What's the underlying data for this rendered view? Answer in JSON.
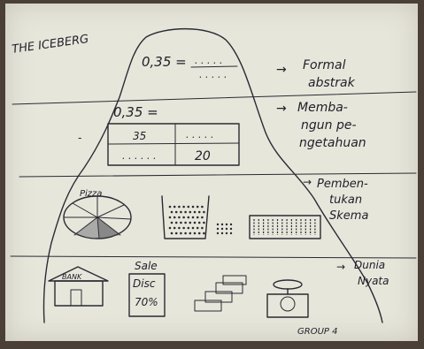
{
  "title": "THE ICEBERG",
  "top_math": "0,35 =",
  "top_dots": ". . . . .",
  "levels": [
    {
      "label_line1": "Formal",
      "label_line2": "abstrak",
      "label_line3": ""
    },
    {
      "label_line1": "Memba-",
      "label_line2": "ngun pe-",
      "label_line3": "ngetahuan"
    },
    {
      "label_line1": "Pemben-",
      "label_line2": "tukan",
      "label_line3": "Skema"
    },
    {
      "label_line1": "Dunia",
      "label_line2": "Nyata",
      "label_line3": ""
    }
  ],
  "mid_math": "0,35 =",
  "grid_cells": {
    "tl": "35",
    "tr": ". . . . .",
    "bl": ". . . . . .",
    "br": "20"
  },
  "pie_label": "Pizza",
  "bank_label": "BANK",
  "sale_label": "Sale",
  "disc_label": "Disc",
  "disc_value": "70%",
  "group_label": "GROUP 4",
  "colors": {
    "ink": "#2a2a33",
    "paper": "#e7e6db",
    "background": "#4a4038"
  }
}
